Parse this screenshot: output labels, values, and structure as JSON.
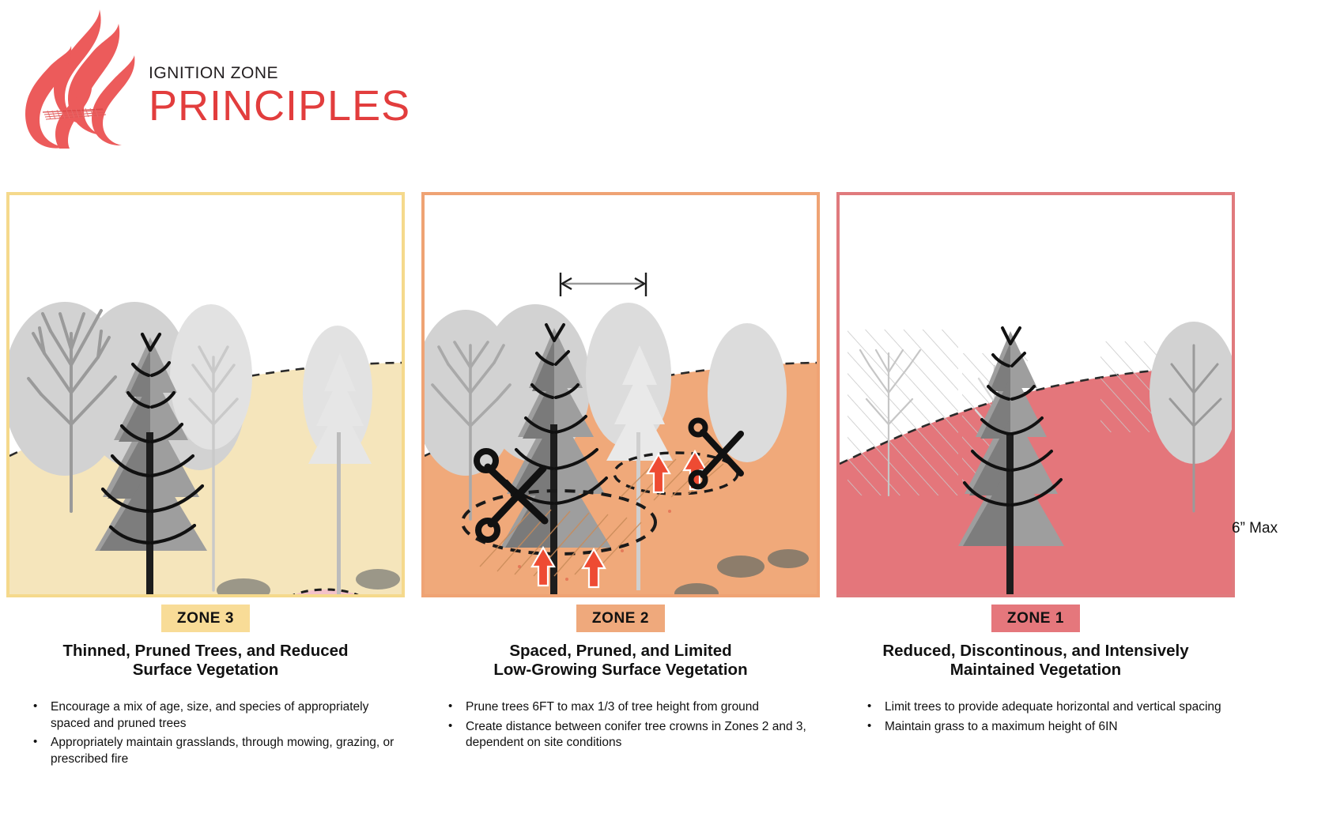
{
  "header": {
    "logo_icon": "flame-icon",
    "title_top": "IGNITION ZONE",
    "title_main": "PRINCIPLES",
    "brand_color": "#e23d3d"
  },
  "zones": [
    {
      "id": "zone-3",
      "badge": "ZONE 3",
      "heading_line1": "Thinned, Pruned Trees, and Reduced",
      "heading_line2": "Surface Vegetation",
      "border_color": "#f5d98c",
      "badge_color": "#f8dc97",
      "ground_color": "#f5e5bb",
      "bullets": [
        "Encourage a mix of age, size, and species of appropriately spaced and pruned trees",
        "Appropriately maintain grasslands, through mowing, grazing, or prescribed fire"
      ],
      "annotations": []
    },
    {
      "id": "zone-2",
      "badge": "ZONE 2",
      "heading_line1": "Spaced, Pruned, and Limited",
      "heading_line2": "Low-Growing Surface Vegetation",
      "border_color": "#efa374",
      "badge_color": "#efa97c",
      "ground_color": "#f0a97a",
      "bullets": [
        "Prune trees 6FT to max 1/3 of tree height from ground",
        "Create distance between conifer tree crowns in Zones 2 and 3, dependent on site conditions"
      ],
      "annotations": [
        "crown-spacing-arrow",
        "scissors-icon",
        "red-up-arrow"
      ]
    },
    {
      "id": "zone-1",
      "badge": "ZONE 1",
      "heading_line1": "Reduced, Discontinous, and Intensively",
      "heading_line2": "Maintained Vegetation",
      "border_color": "#e07a7d",
      "badge_color": "#e5777c",
      "ground_color": "#e4767b",
      "bullets": [
        "Limit trees to provide adequate horizontal and vertical spacing",
        "Maintain grass to a maximum height of 6IN"
      ],
      "annotations": [
        "height-measure-label"
      ],
      "measure_label": "6” Max"
    }
  ]
}
